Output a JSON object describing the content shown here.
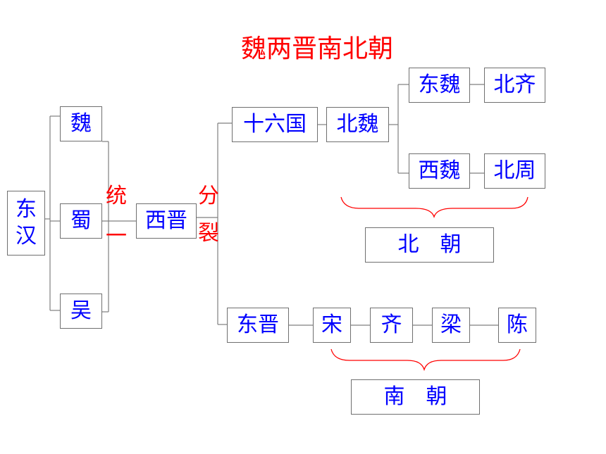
{
  "title": "魏两晋南北朝",
  "boxes": {
    "donghan_1": "东",
    "donghan_2": "汉",
    "wei": "魏",
    "shu": "蜀",
    "wu": "吴",
    "xijin": "西晋",
    "shiliuguo": "十六国",
    "beiwei": "北魏",
    "dongwei": "东魏",
    "beiqi": "北齐",
    "xiwei": "西魏",
    "beizhou": "北周",
    "beichao": "北　朝",
    "dongjin": "东晋",
    "song": "宋",
    "qi": "齐",
    "liang": "梁",
    "chen": "陈",
    "nanchao": "南　朝"
  },
  "labels": {
    "tong": "统",
    "yi": "一",
    "fen": "分",
    "lie": "裂"
  },
  "colors": {
    "title": "#ff0000",
    "box_text": "#0000ff",
    "annotation": "#ff0000",
    "box_border": "#6f6f6f",
    "connector": "#7f7f7f",
    "brace": "#ff0000"
  }
}
